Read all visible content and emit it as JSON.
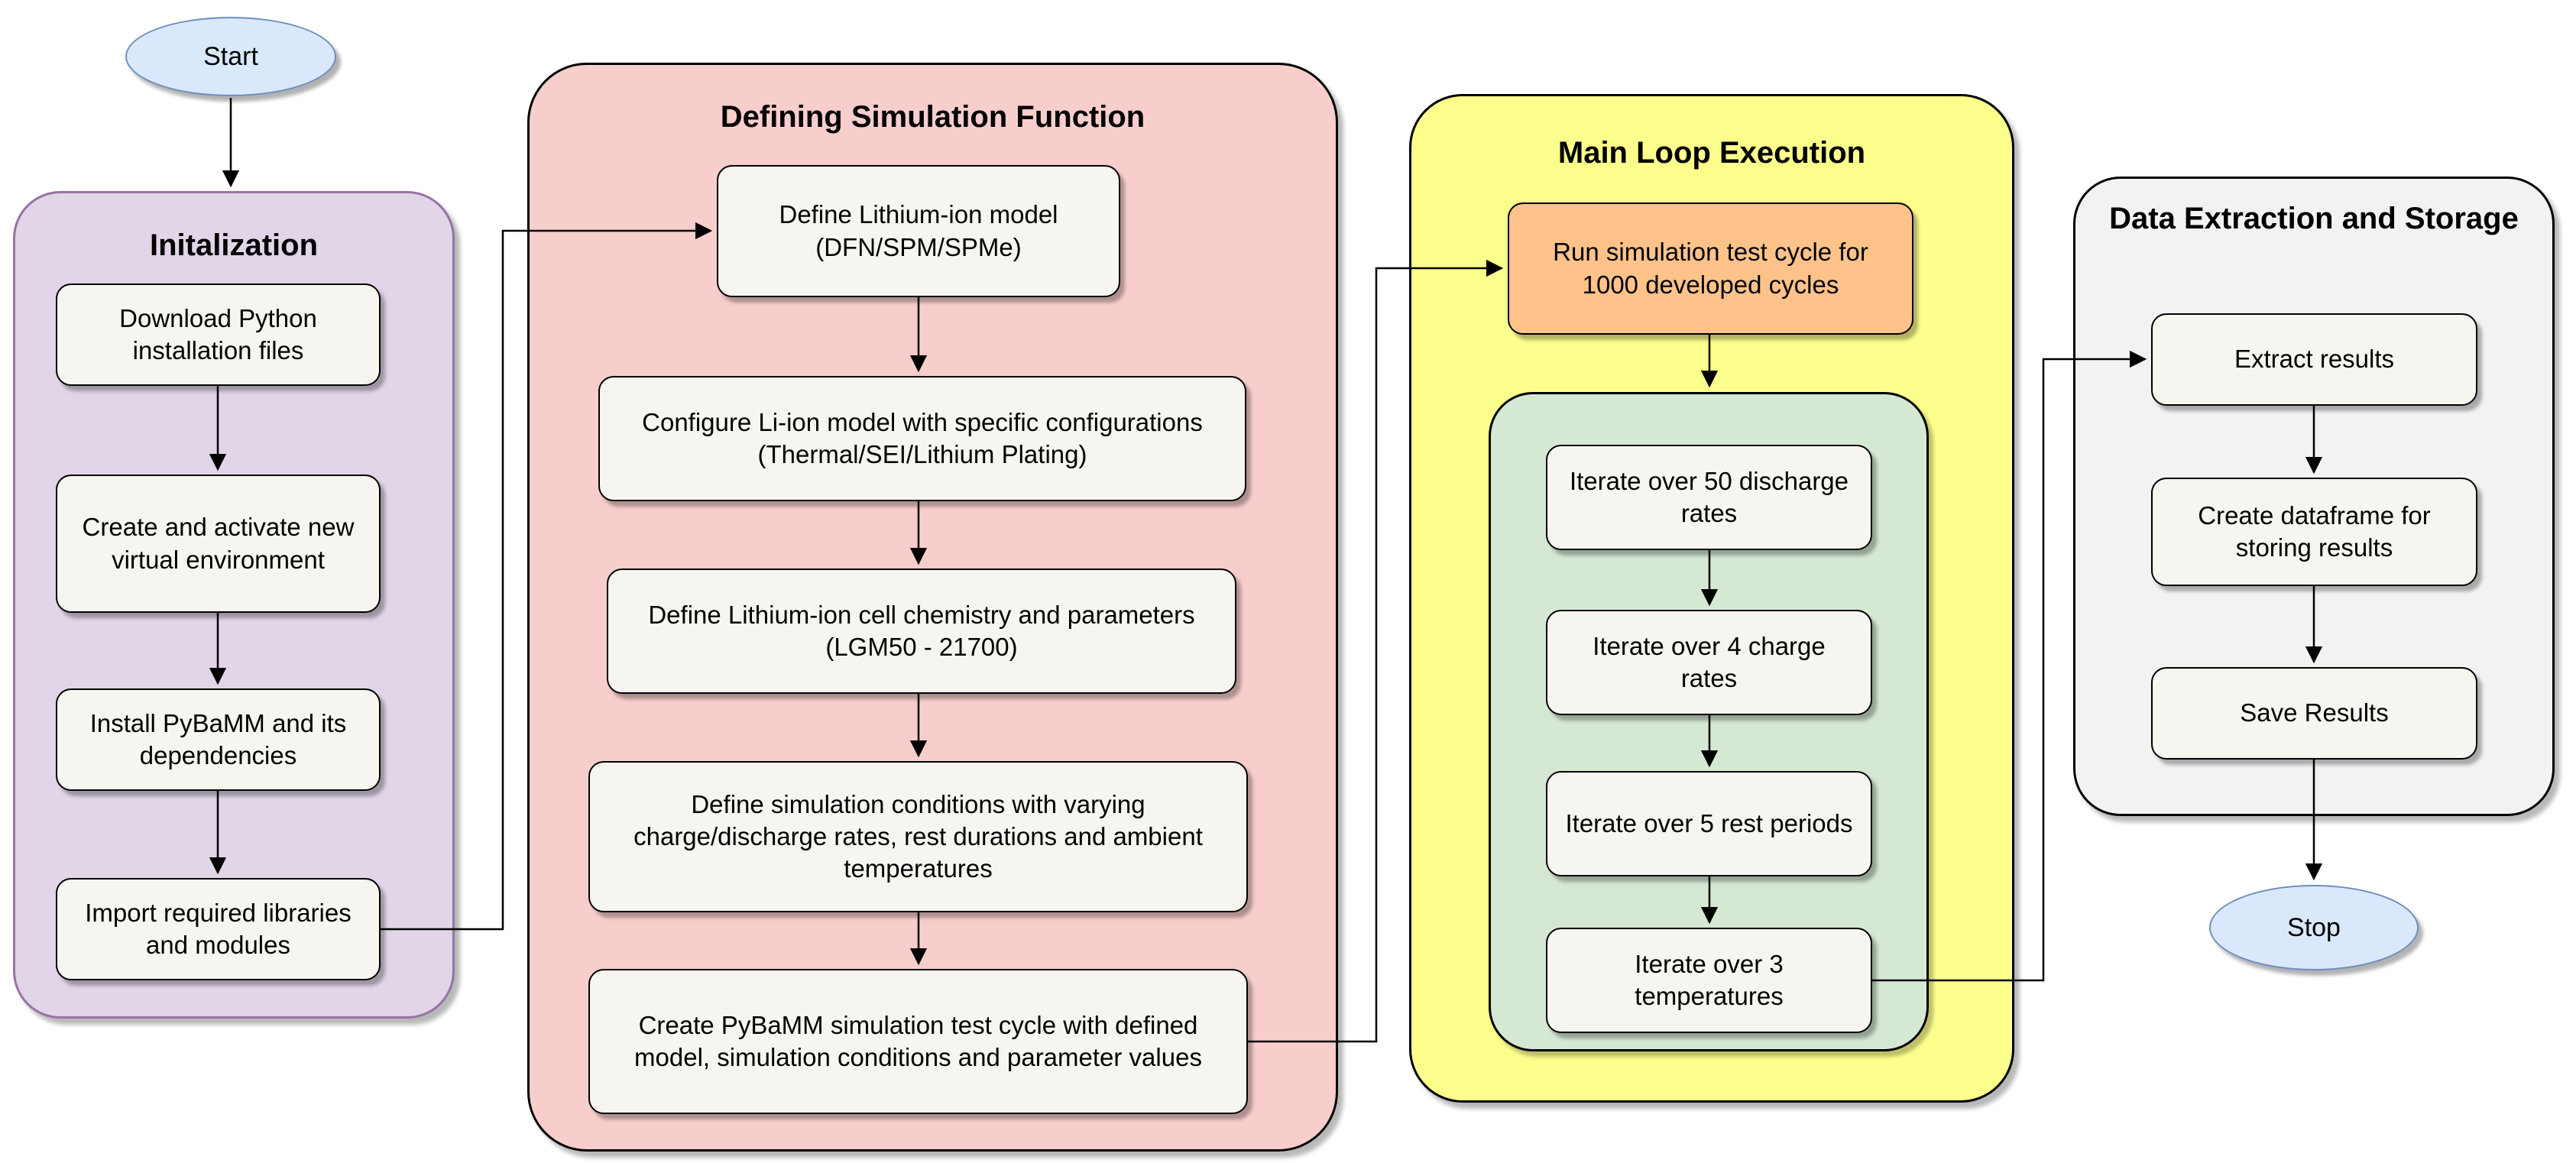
{
  "nodes": {
    "start": "Start",
    "stop": "Stop"
  },
  "groups": {
    "init": {
      "title": "Initalization",
      "steps": [
        "Download Python installation files",
        "Create and activate new virtual environment",
        "Install PyBaMM and its dependencies",
        "Import required libraries and modules"
      ]
    },
    "sim": {
      "title": "Defining Simulation Function",
      "steps": [
        "Define Lithium-ion model (DFN/SPM/SPMe)",
        "Configure Li-ion model with specific configurations (Thermal/SEI/Lithium Plating)",
        "Define Lithium-ion cell chemistry and parameters (LGM50 - 21700)",
        "Define simulation conditions with varying charge/discharge rates, rest durations and ambient temperatures",
        "Create PyBaMM simulation test cycle with defined model, simulation conditions and parameter values"
      ]
    },
    "loop": {
      "title": "Main Loop Execution",
      "run_step": "Run simulation test cycle for 1000 developed cycles",
      "iterations": [
        "Iterate over 50 discharge rates",
        "Iterate over 4 charge rates",
        "Iterate over 5 rest periods",
        "Iterate over 3 temperatures"
      ]
    },
    "extract": {
      "title": "Data Extraction and Storage",
      "steps": [
        "Extract results",
        "Create dataframe for storing results",
        "Save Results"
      ]
    }
  },
  "colors": {
    "terminal_fill": "#dae8fc",
    "terminal_stroke": "#6c8ebf",
    "init_container_fill": "#e1d5e7",
    "init_container_stroke": "#9673a6",
    "sim_container_fill": "#f8cecc",
    "loop_container_fill": "#fdff8c",
    "inner_loop_container_fill": "#d5e8d4",
    "extract_container_fill": "#f2f2f2",
    "step_fill": "#f6f5f0",
    "highlight_step_fill": "#ffc38a",
    "stroke": "#000000"
  }
}
